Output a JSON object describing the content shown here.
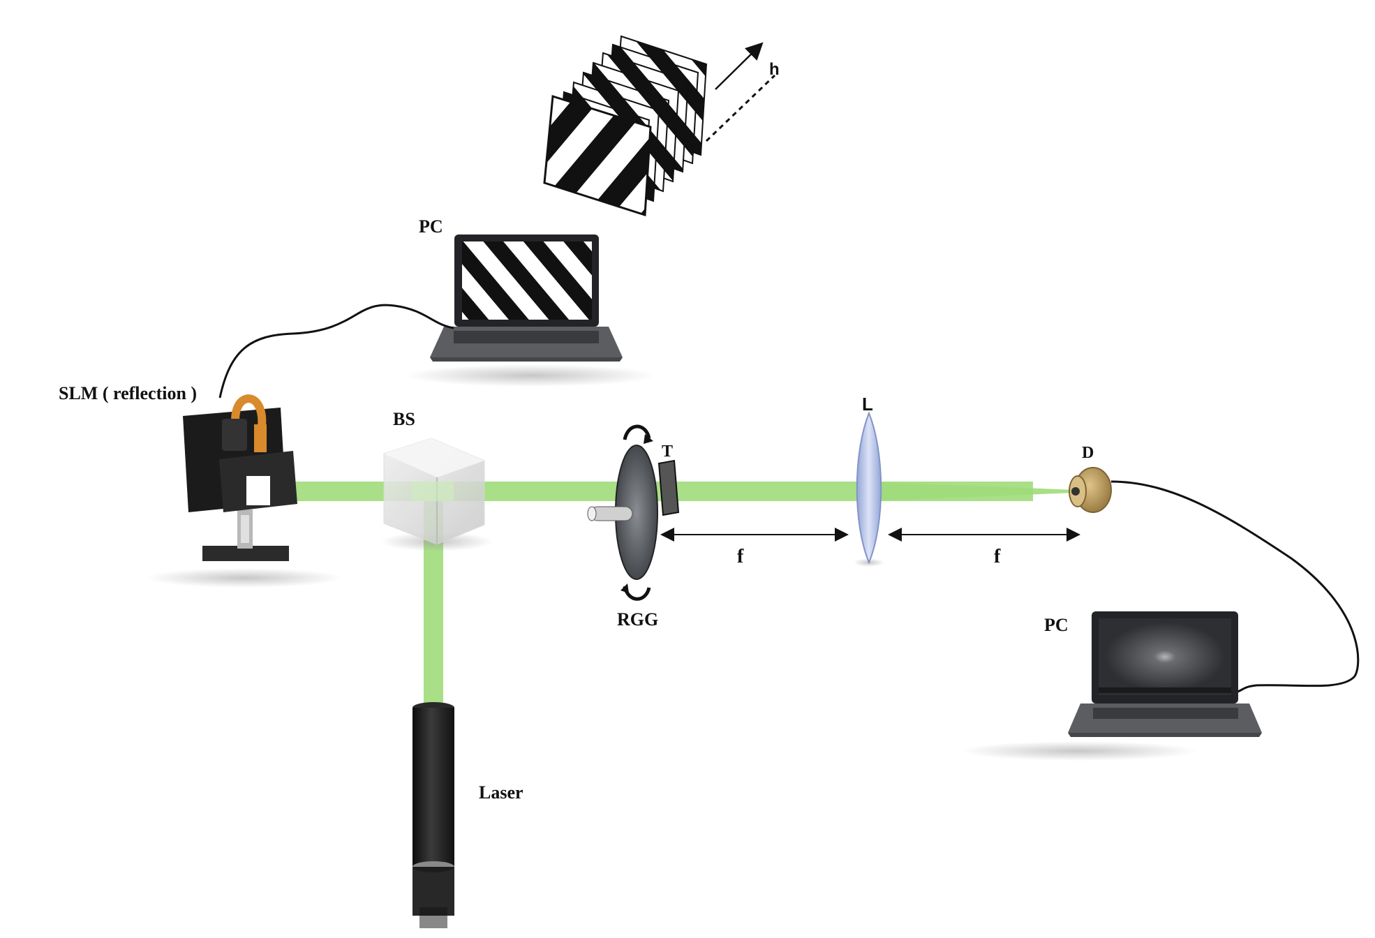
{
  "labels": {
    "slm": "SLM ( reflection )",
    "pc_top": "PC",
    "bs": "BS",
    "rgg": "RGG",
    "t": "T",
    "l": "L",
    "d": "D",
    "pc_bottom": "PC",
    "laser": "Laser",
    "f1": "f",
    "f2": "f",
    "h": "h"
  },
  "colors": {
    "beam": "#9edb7a",
    "laptop_body": "#5b5d61",
    "laptop_screen_frame": "#232428",
    "lens": "#b7c6ec",
    "detector": "#c3a36a",
    "cable": "#111111"
  },
  "icons": {
    "slm": "slm-device-icon",
    "beam_splitter": "cube-beam-splitter-icon",
    "rgg": "rotating-ground-glass-icon",
    "lens": "lens-icon",
    "detector": "photodetector-icon",
    "laser": "laser-tube-icon",
    "laptop": "laptop-icon"
  }
}
